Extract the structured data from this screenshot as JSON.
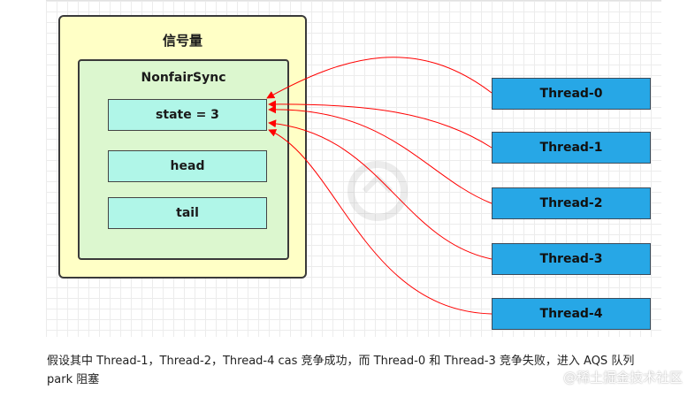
{
  "diagram": {
    "semaphore_title": "信号量",
    "sync_title": "NonfairSync",
    "fields": [
      {
        "label": "state = 3"
      },
      {
        "label": "head"
      },
      {
        "label": "tail"
      }
    ],
    "threads": [
      {
        "label": "Thread-0"
      },
      {
        "label": "Thread-1"
      },
      {
        "label": "Thread-2"
      },
      {
        "label": "Thread-3"
      },
      {
        "label": "Thread-4"
      }
    ],
    "colors": {
      "semaphore_fill": "#ffffc6",
      "sync_fill": "#dcf7cf",
      "field_fill": "#b0f6e8",
      "thread_fill": "#27a7e6",
      "arrow": "#ff0000"
    }
  },
  "caption": {
    "line1": "假设其中 Thread-1，Thread-2，Thread-4 cas 竞争成功，而 Thread-0 和 Thread-3 竞争失败，进入 AQS 队列",
    "line2": "park 阻塞"
  },
  "credit": "@稀土掘金技术社区"
}
